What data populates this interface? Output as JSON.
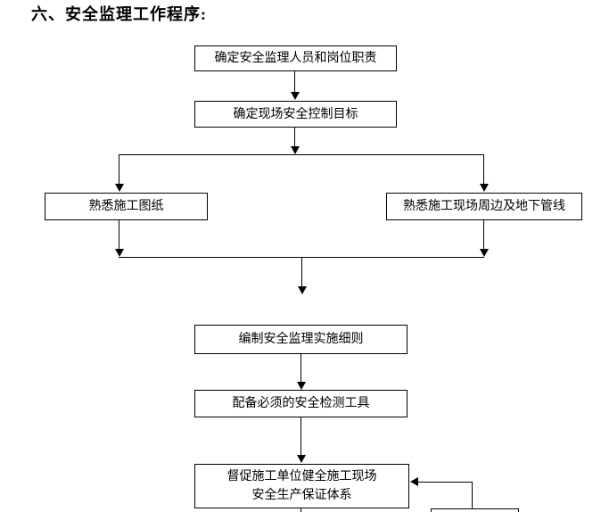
{
  "page": {
    "title": "六、安全监理工作程序:"
  },
  "colors": {
    "background": "#ffffff",
    "line": "#000000",
    "text": "#000000"
  },
  "flowchart": {
    "nodes": [
      {
        "id": "A",
        "label": "确定安全监理人员和岗位职责"
      },
      {
        "id": "B",
        "label": "确定现场安全控制目标"
      },
      {
        "id": "C",
        "label": "熟悉施工图纸"
      },
      {
        "id": "D",
        "label": "熟悉施工现场周边及地下管线"
      },
      {
        "id": "E",
        "label": "编制安全监理实施细则"
      },
      {
        "id": "F",
        "label": "配备必须的安全检测工具"
      },
      {
        "id": "G",
        "label_line1": "督促施工单位健全施工现场",
        "label_line2": "安全生产保证体系"
      },
      {
        "id": "H",
        "label": ""
      }
    ],
    "edges": [
      {
        "from": "A",
        "to": "B"
      },
      {
        "from": "B",
        "to": "C"
      },
      {
        "from": "B",
        "to": "D"
      },
      {
        "from": "C",
        "to": "E"
      },
      {
        "from": "D",
        "to": "E"
      },
      {
        "from": "E",
        "to": "F"
      },
      {
        "from": "F",
        "to": "G"
      },
      {
        "from": "H",
        "to": "G"
      }
    ]
  }
}
